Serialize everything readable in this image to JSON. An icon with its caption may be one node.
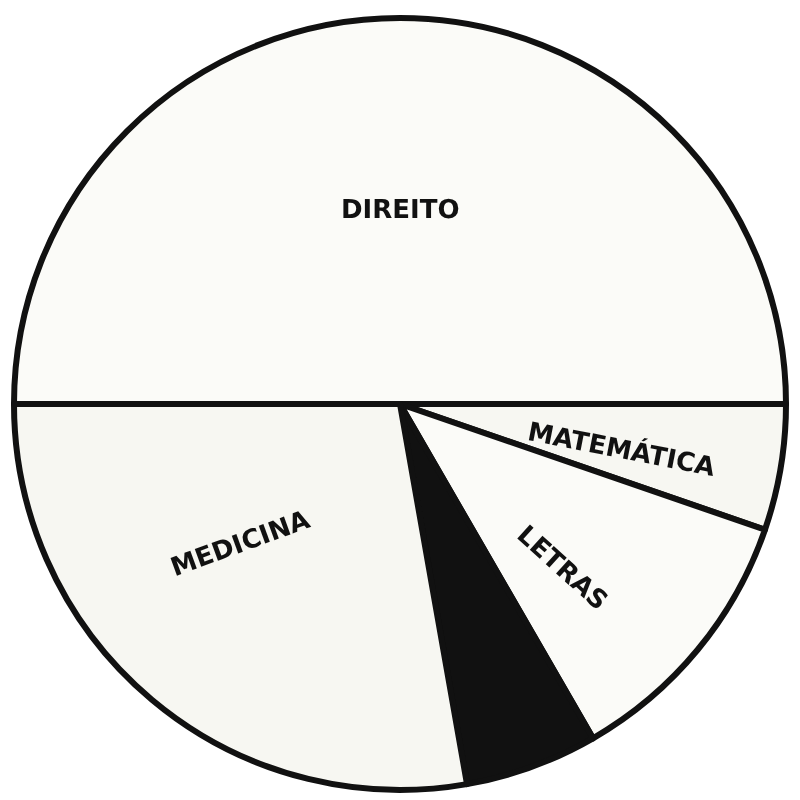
{
  "diagram": {
    "labels": [
      "DIREITO",
      "MATEMÁTICA",
      "MEDICINA",
      "LETRAS"
    ]
  }
}
